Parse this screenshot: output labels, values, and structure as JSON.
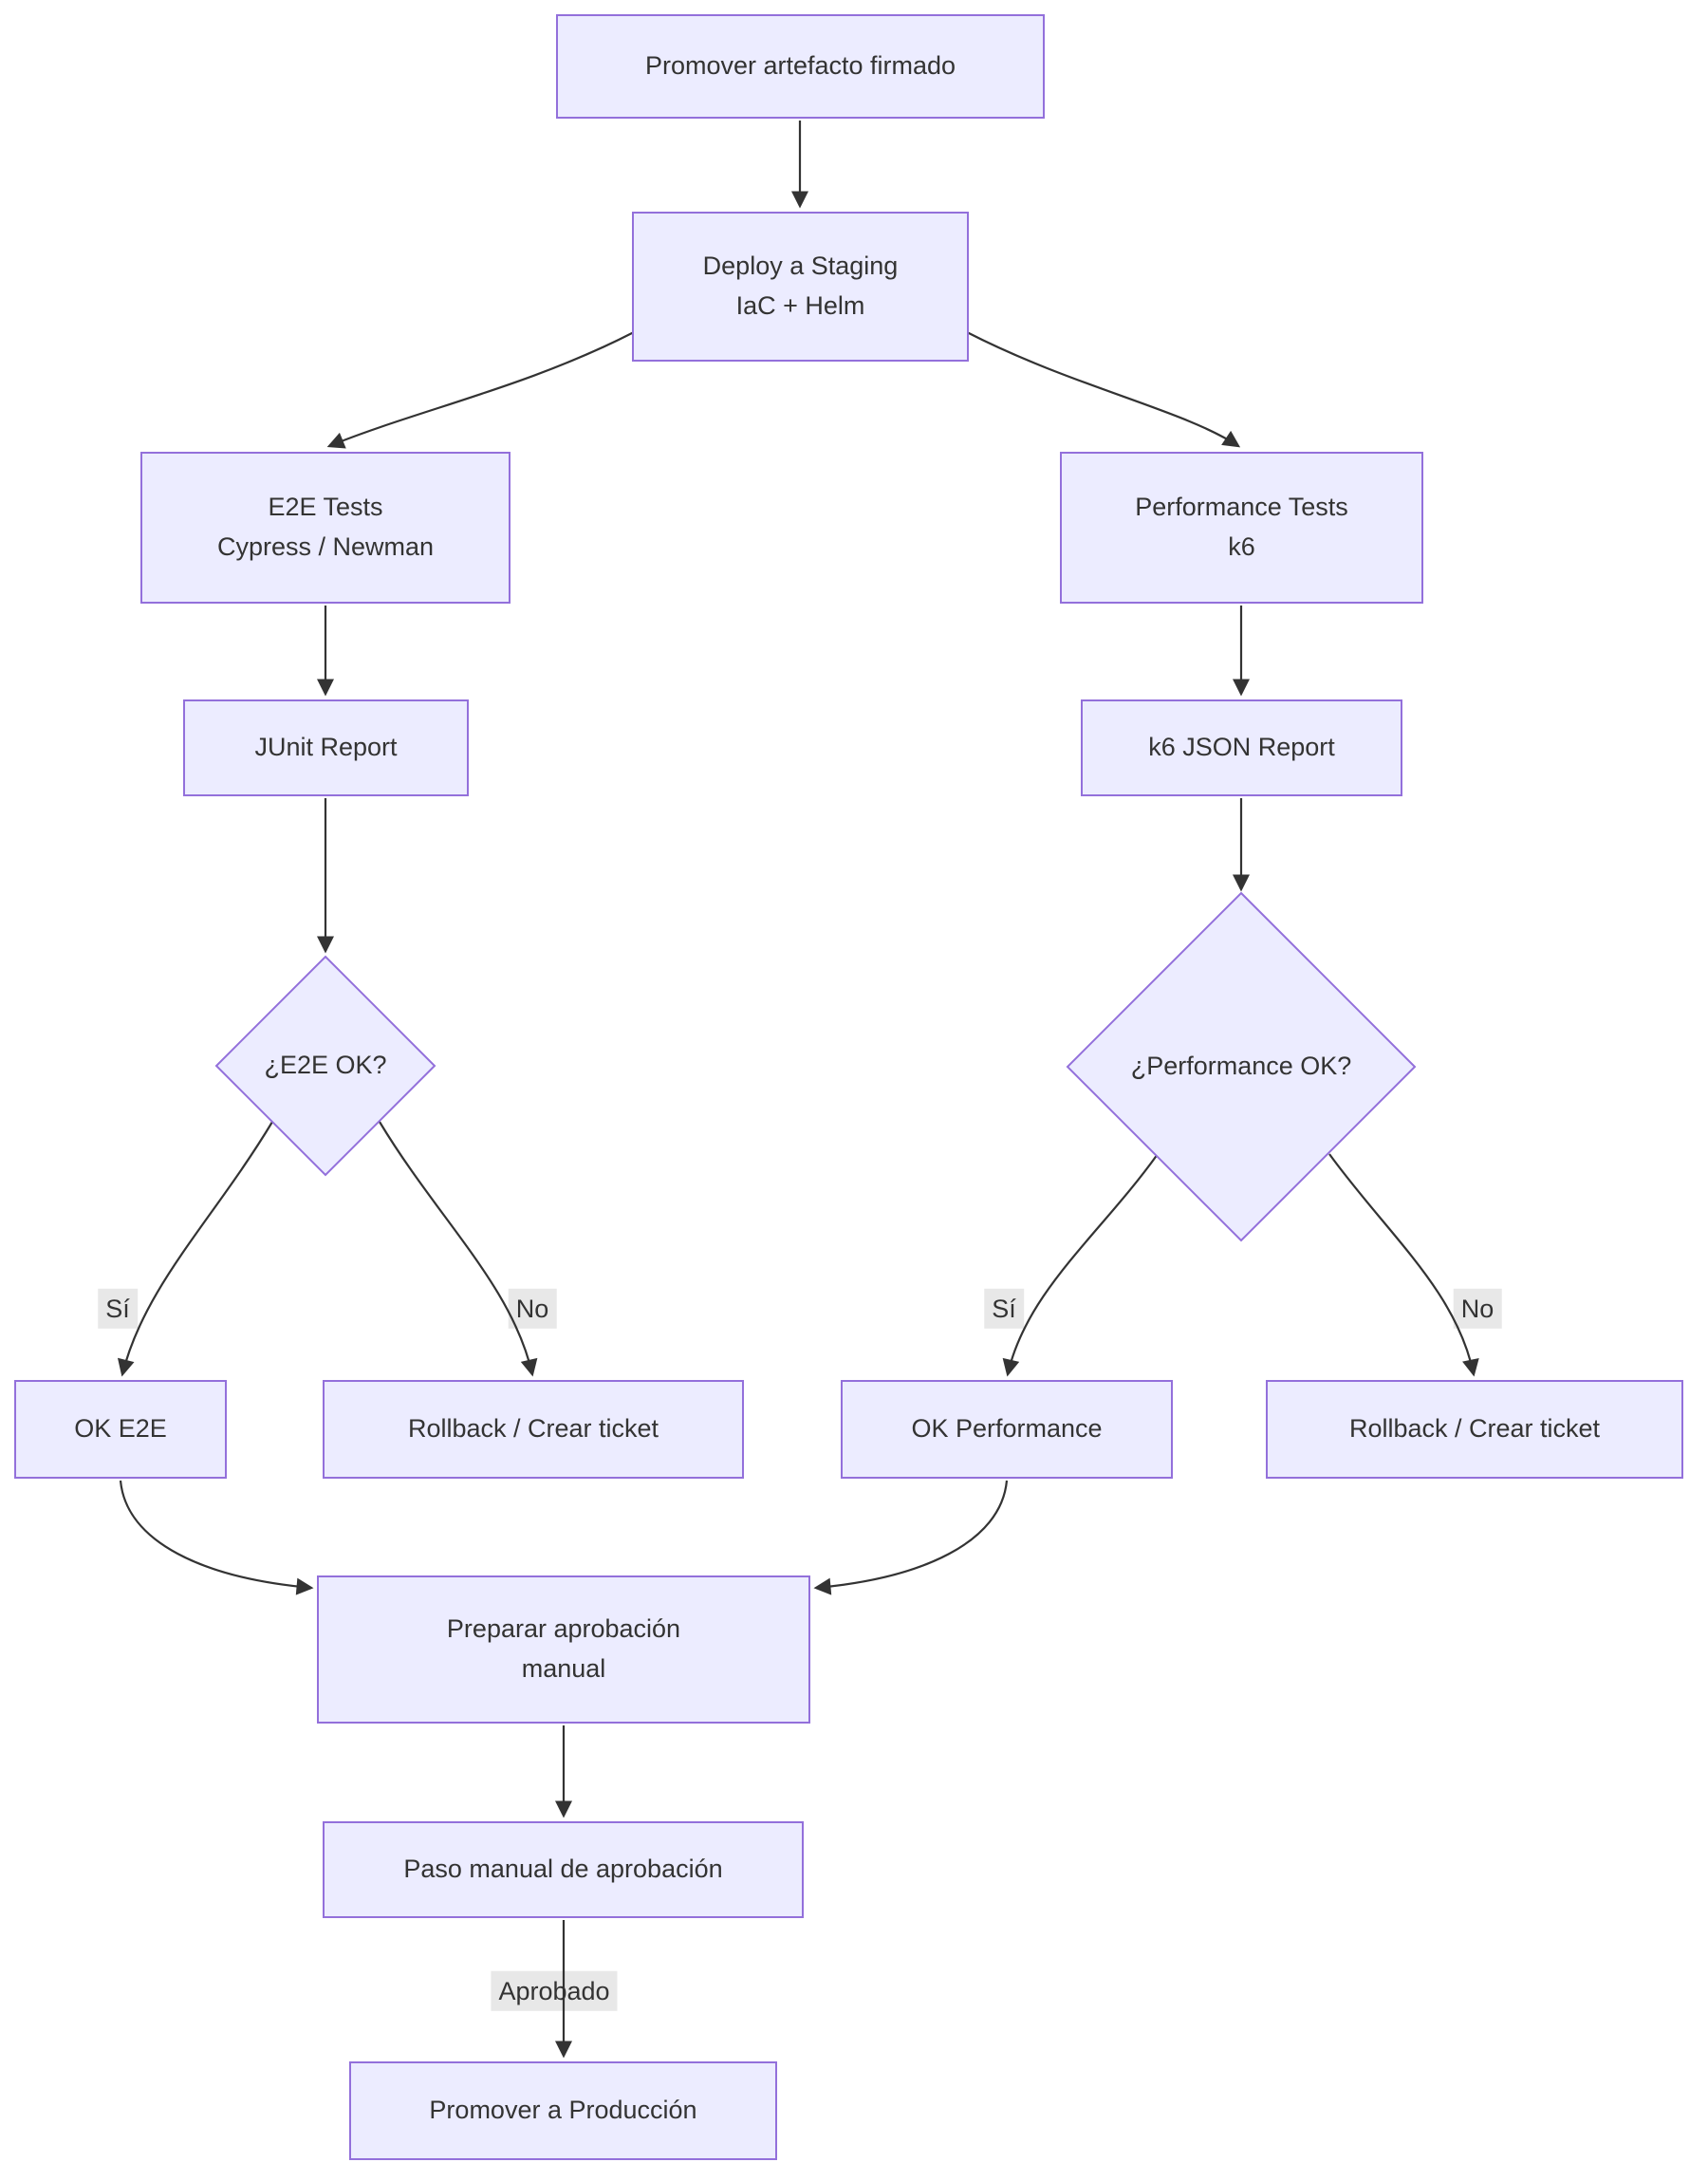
{
  "diagram": {
    "type": "flowchart",
    "colors": {
      "background": "#ffffff",
      "node_fill": "#ECECFF",
      "node_border": "#9370DB",
      "edge": "#333333",
      "text": "#333333",
      "label_bg": "#e8e8e8"
    },
    "nodes": {
      "promote_artifact": {
        "lines": [
          "Promover artefacto firmado"
        ]
      },
      "deploy_staging": {
        "lines": [
          "Deploy a Staging",
          "IaC + Helm"
        ]
      },
      "e2e_tests": {
        "lines": [
          "E2E Tests",
          "Cypress / Newman"
        ]
      },
      "perf_tests": {
        "lines": [
          "Performance Tests",
          "k6"
        ]
      },
      "junit_report": {
        "lines": [
          "JUnit Report"
        ]
      },
      "k6_report": {
        "lines": [
          "k6 JSON Report"
        ]
      },
      "e2e_ok": {
        "lines": [
          "¿E2E OK?"
        ]
      },
      "perf_ok": {
        "lines": [
          "¿Performance OK?"
        ]
      },
      "ok_e2e": {
        "lines": [
          "OK E2E"
        ]
      },
      "rollback_e2e": {
        "lines": [
          "Rollback / Crear ticket"
        ]
      },
      "ok_perf": {
        "lines": [
          "OK Performance"
        ]
      },
      "rollback_perf": {
        "lines": [
          "Rollback / Crear ticket"
        ]
      },
      "prepare_approval": {
        "lines": [
          "Preparar aprobación",
          "manual"
        ]
      },
      "manual_step": {
        "lines": [
          "Paso manual de aprobación"
        ]
      },
      "promote_prod": {
        "lines": [
          "Promover a Producción"
        ]
      }
    },
    "edge_labels": {
      "e2e_yes": "Sí",
      "e2e_no": "No",
      "perf_yes": "Sí",
      "perf_no": "No",
      "approved": "Aprobado"
    }
  }
}
